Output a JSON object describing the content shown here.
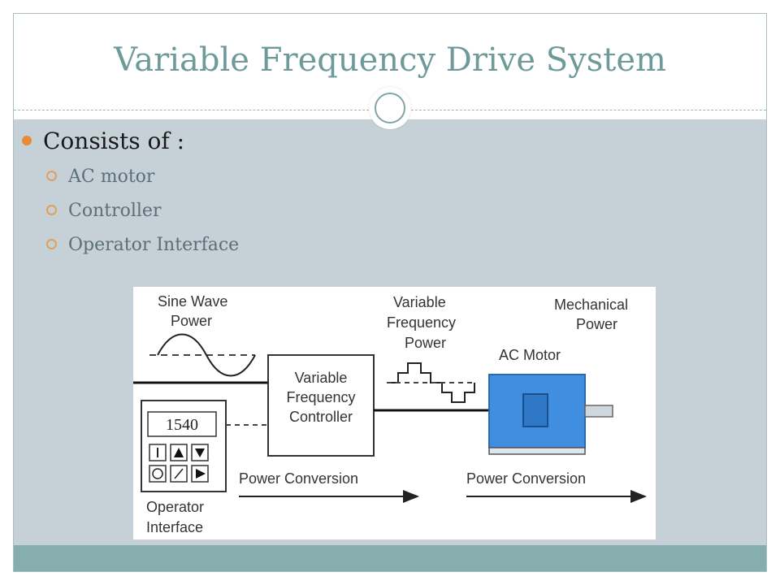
{
  "slide": {
    "title": "Variable Frequency Drive System",
    "bullet": "Consists of :",
    "sub_items": [
      "AC motor",
      "Controller",
      "Operator Interface"
    ]
  },
  "diagram": {
    "sine_label": [
      "Sine Wave",
      "Power"
    ],
    "vf_power_label": [
      "Variable",
      "Frequency",
      "Power"
    ],
    "mech_label": [
      "Mechanical",
      "Power"
    ],
    "motor_label": "AC Motor",
    "controller_label": [
      "Variable",
      "Frequency",
      "Controller"
    ],
    "display_value": "1540",
    "conversion_left": "Power Conversion",
    "conversion_right": "Power Conversion",
    "operator_label": [
      "Operator",
      "Interface"
    ]
  },
  "colors": {
    "title": "#6f9a9a",
    "content_bg": "#c5d1d7",
    "footer": "#87aeae",
    "bullet": "#e88a37",
    "motor": "#3f8ee0"
  }
}
